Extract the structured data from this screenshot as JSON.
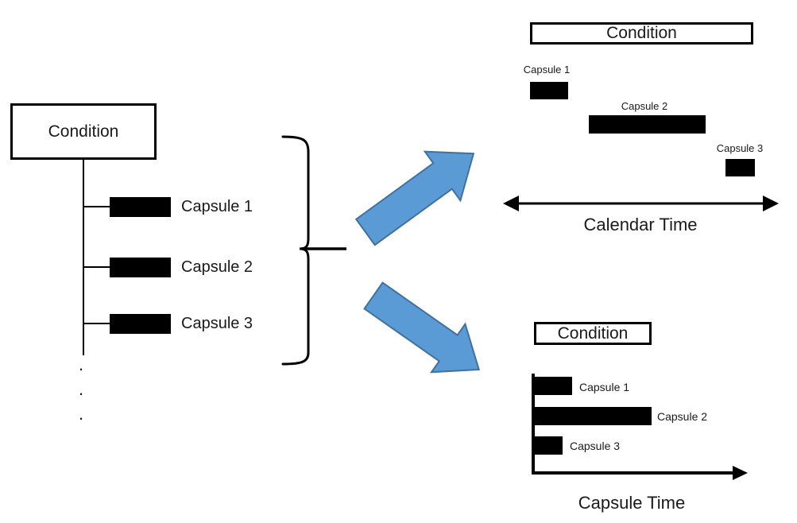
{
  "diagram": {
    "left_tree": {
      "condition": "Condition",
      "capsules": [
        "Capsule 1",
        "Capsule 2",
        "Capsule 3"
      ],
      "dots": [
        ".",
        ".",
        "."
      ]
    },
    "calendar_view": {
      "condition": "Condition",
      "capsules": [
        "Capsule 1",
        "Capsule 2",
        "Capsule 3"
      ],
      "axis_label": "Calendar Time"
    },
    "capsule_view": {
      "condition": "Condition",
      "capsules": [
        "Capsule 1",
        "Capsule 2",
        "Capsule 3"
      ],
      "axis_label": "Capsule Time"
    },
    "colors": {
      "arrow_fill": "#5B9BD5",
      "arrow_border": "#41719C",
      "bar": "#000000",
      "line": "#000000",
      "background": "#FFFFFF"
    }
  }
}
